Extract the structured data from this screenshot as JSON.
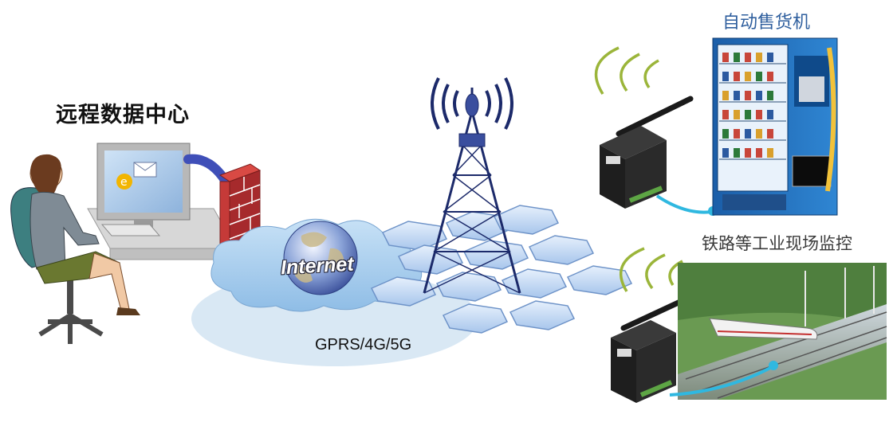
{
  "labels": {
    "data_center": "远程数据中心",
    "vending_machine": "自动售货机",
    "railway_monitoring": "铁路等工业现场监控",
    "network": "GPRS/4G/5G",
    "internet": "Internet"
  },
  "icons": {
    "office_worker": "person-at-computer-icon",
    "firewall": "brick-firewall-icon",
    "globe": "internet-globe-icon",
    "tower": "cell-tower-icon",
    "cellular_grid": "hexagon-cell-network-icon",
    "modem": "4g-dtu-modem-icon",
    "wireless": "wireless-signal-icon"
  },
  "colors": {
    "cable": "#3f4fb8",
    "cloud": "#a9cfef",
    "hex": "#c3dbf5",
    "firewall": "#b3282d",
    "antenna_link": "#2fb8e0",
    "signal": "#9bb53a"
  }
}
